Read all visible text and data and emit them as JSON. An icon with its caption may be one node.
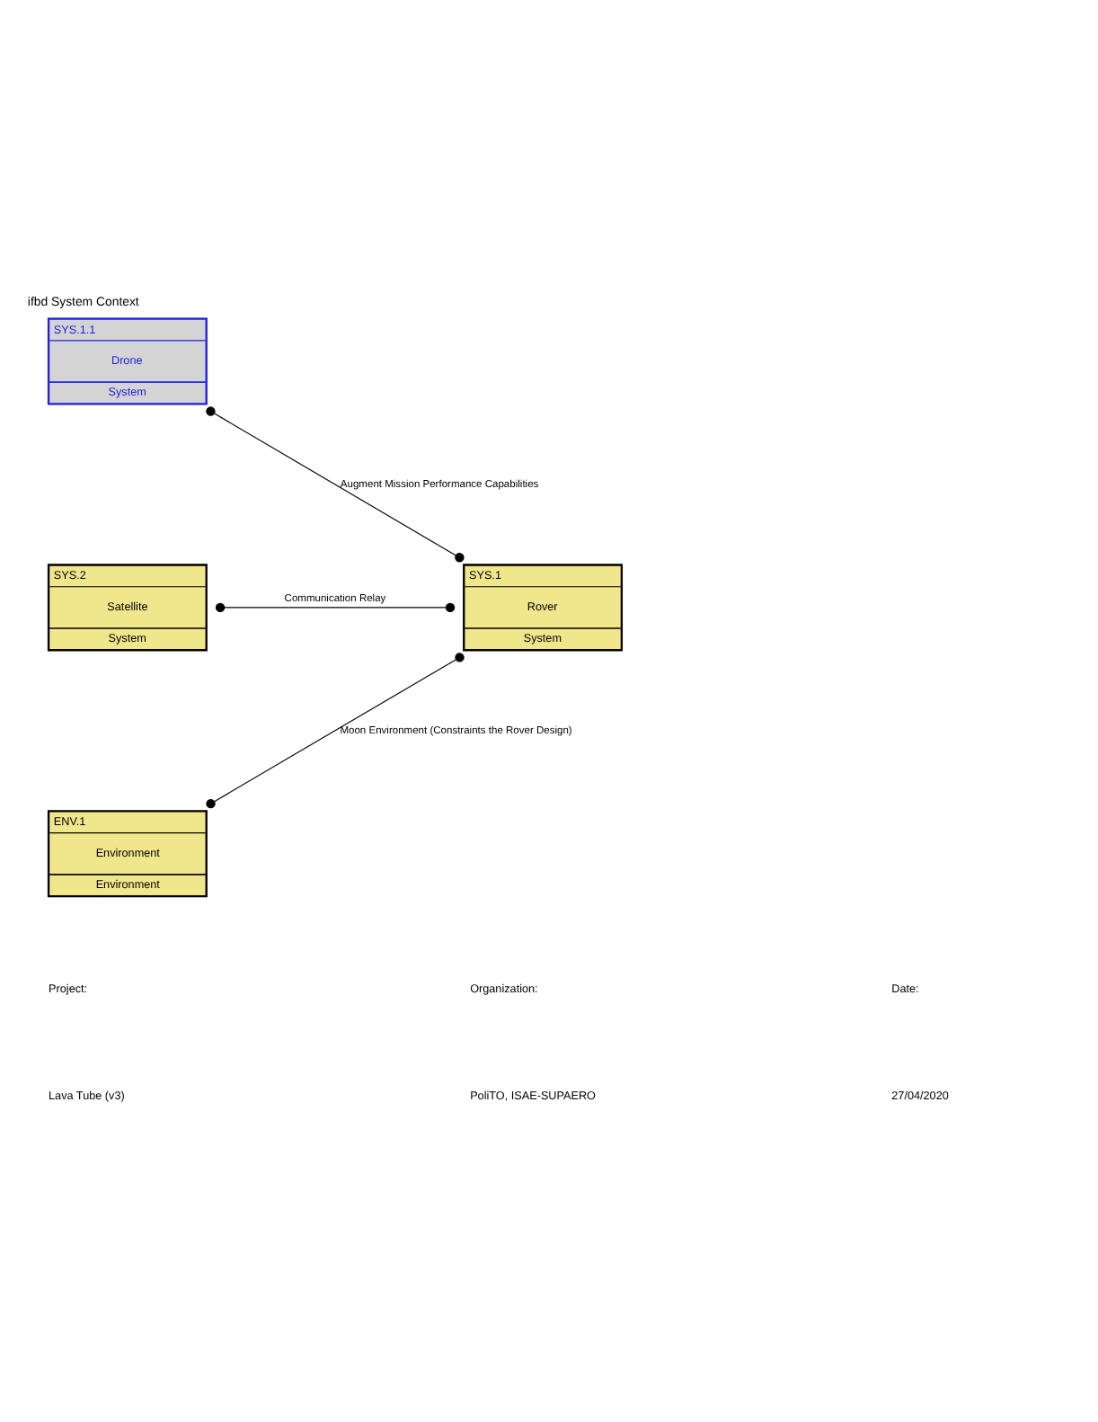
{
  "diagram": {
    "title": "ifbd System Context",
    "nodes": [
      {
        "text": [
          "SYS.1.1",
          "Drone",
          "System"
        ]
      },
      {
        "text": [
          "SYS.1",
          "Rover",
          "System"
        ]
      },
      {
        "text": [
          "SYS.2",
          "Satellite",
          "System"
        ]
      },
      {
        "text": [
          "ENV.1",
          "Environment",
          "Environment"
        ]
      }
    ],
    "edges": [
      {
        "from": 1,
        "to": 0,
        "arrow": "other",
        "label": "Augment Mission Performance Capabilities"
      },
      {
        "from": 1,
        "to": 2,
        "arrow": "other",
        "label": "Communication Relay"
      },
      {
        "from": 1,
        "to": 3,
        "arrow": "other",
        "label": "Moon Environment (Constraints the Rover Design)"
      }
    ],
    "labels": [
      "Project:",
      "Organization:",
      "Date:",
      "Lava Tube (v3)",
      "PoliTO, ISAE-SUPAERO",
      "27/04/2020"
    ]
  }
}
